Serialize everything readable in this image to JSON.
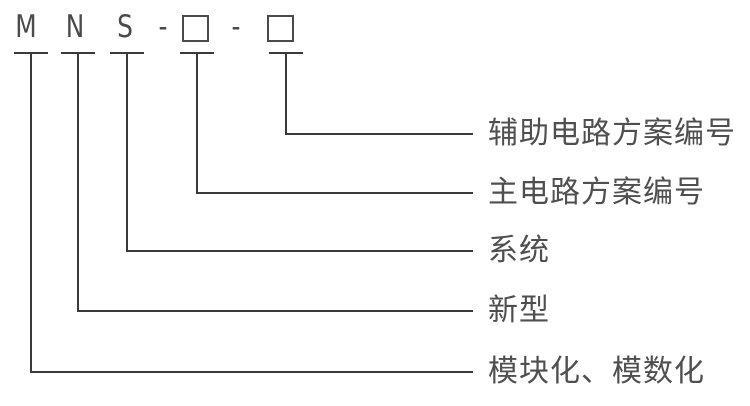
{
  "code": {
    "letters": [
      "M",
      "N",
      "S"
    ],
    "separator": "-",
    "placeholder_count": 2
  },
  "icons": {
    "placeholder_box": "□"
  },
  "labels": [
    {
      "text": "辅助电路方案编号"
    },
    {
      "text": "主电路方案编号"
    },
    {
      "text": "系统"
    },
    {
      "text": "新型"
    },
    {
      "text": "模块化、模数化"
    }
  ],
  "colors": {
    "background": "#ffffff",
    "line": "#3a3a3a",
    "box_stroke": "#4a4a4a",
    "text": "#4f4f4f"
  }
}
